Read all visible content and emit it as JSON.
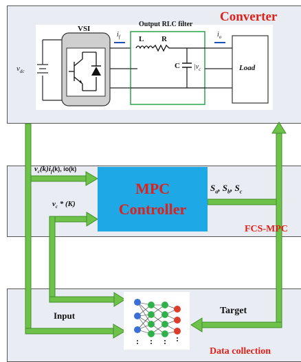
{
  "converter": {
    "title": "Converter",
    "vsi_label": "VSI",
    "filter_label": "Output RLC filter",
    "inductor": "L",
    "resistor": "R",
    "capacitor": "C",
    "vc": "v",
    "vc_sub": "c",
    "vdc": "v",
    "vdc_sub": "dc",
    "if": "i",
    "if_sub": "f",
    "io": "i",
    "io_sub": "o",
    "load": "Load"
  },
  "mpc": {
    "title_line1": "MPC",
    "title_line2": "Controller",
    "section_label": "FCS-MPC",
    "inputs_label": "v",
    "inputs_rest": "(k)i",
    "inputs_rest2": "(k), io(k)",
    "ref_label": "v",
    "ref_rest": " * (K)",
    "switch_label": "S",
    "switch_subs": [
      "a",
      "b",
      "c"
    ]
  },
  "data": {
    "section_label": "Data collection",
    "input_label": "Input",
    "target_label": "Target"
  },
  "colors": {
    "arrow": "#6ec24a",
    "arrow_edge": "#3f8f2a",
    "mpc_box": "#1fa8e6",
    "title_red": "#e0201a",
    "panel_bg": "#e9ecf2"
  }
}
